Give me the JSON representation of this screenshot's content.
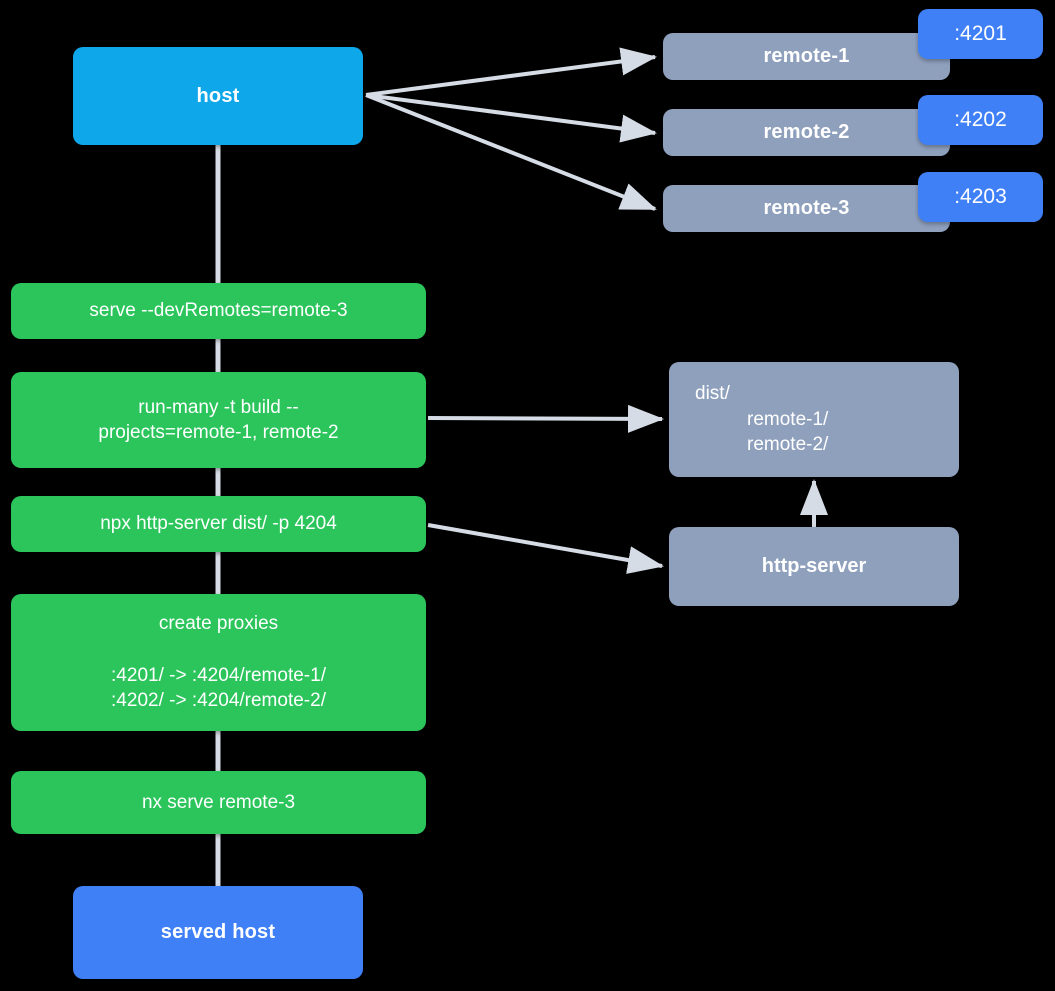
{
  "diagram": {
    "title": "Nx module federation host and remotes serve flow",
    "background": "#000000",
    "colors": {
      "host": "#0ea7e9",
      "served_host": "#3f80f7",
      "remote": "#8fa0bd",
      "command": "#2bc55b",
      "badge": "#3f80f7",
      "edge": "#d6dce5",
      "text": "#ffffff"
    }
  },
  "nodes": {
    "host": {
      "label": "host"
    },
    "served_host": {
      "label": "served host"
    },
    "remotes": [
      {
        "label": "remote-1",
        "port": ":4201"
      },
      {
        "label": "remote-2",
        "port": ":4202"
      },
      {
        "label": "remote-3",
        "port": ":4203"
      }
    ],
    "dist": {
      "root": "dist/",
      "children": [
        "remote-1/",
        "remote-2/"
      ]
    },
    "http_server": {
      "label": "http-server"
    }
  },
  "commands": [
    {
      "id": "serve-dev-remotes",
      "text": "serve --devRemotes=remote-3"
    },
    {
      "id": "run-many-build",
      "line1": "run-many -t build --",
      "line2": "projects=remote-1, remote-2"
    },
    {
      "id": "npx-http-server",
      "text": "npx http-server dist/ -p 4204"
    },
    {
      "id": "create-proxies",
      "title": "create proxies",
      "proxy1": ":4201/ -> :4204/remote-1/",
      "proxy2": ":4202/ -> :4204/remote-2/"
    },
    {
      "id": "nx-serve-remote-3",
      "text": "nx serve remote-3"
    }
  ]
}
